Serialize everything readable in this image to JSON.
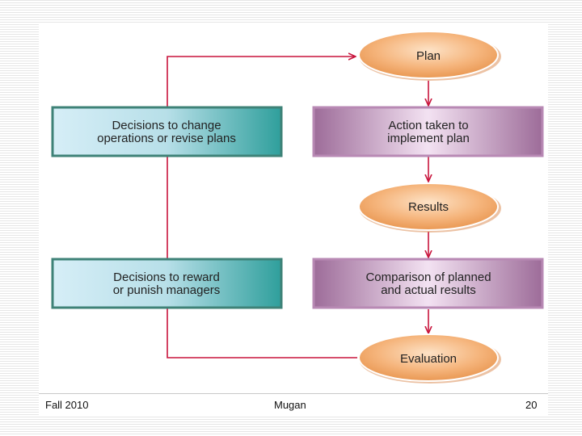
{
  "diagram": {
    "nodes": {
      "plan": "Plan",
      "action": [
        "Action taken to",
        "implement plan"
      ],
      "results": "Results",
      "comparison": [
        "Comparison of planned",
        "and actual results"
      ],
      "evaluation": "Evaluation",
      "decisions_change": [
        "Decisions to change",
        "operations or revise plans"
      ],
      "decisions_reward": [
        "Decisions to reward",
        "or punish managers"
      ]
    },
    "colors": {
      "arrow": "#c8143c",
      "oval": "#f2a76a",
      "purple_box": "#b889b4",
      "teal_box": "#62b9bb",
      "box_border": "#3e8277"
    }
  },
  "footer": {
    "left": "Fall 2010",
    "center": "Mugan",
    "right": "20"
  }
}
